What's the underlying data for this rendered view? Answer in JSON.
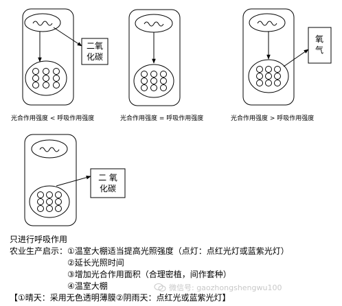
{
  "cells": [
    {
      "box_label": "二氧\n化碳",
      "caption": "光合作用强度 < 呼吸作用强度"
    },
    {
      "box_label": "",
      "caption": "光合作用强度 = 呼吸作用强度"
    },
    {
      "box_label": "氧\n气",
      "caption": "光合作用强度 > 呼吸作用强度"
    },
    {
      "box_label": "二  氧\n化碳",
      "caption": ""
    }
  ],
  "notes": {
    "title": "只进行呼吸作用",
    "prefix": "农业生产启示：",
    "items": [
      "①温室大棚适当提高光照强度（点灯：点红光灯或蓝紫光灯）",
      "②延长光照时间",
      "③增加光合作用面积（合理密植，间作套种）",
      "④温室大棚"
    ],
    "bottom": "【①晴天：采用无色透明薄膜②阴雨天：点红光或蓝紫光灯】"
  },
  "watermark": "微信号: gaozhongshengwu100",
  "colors": {
    "stroke": "#000000",
    "watermark": "#c8c8c8"
  }
}
